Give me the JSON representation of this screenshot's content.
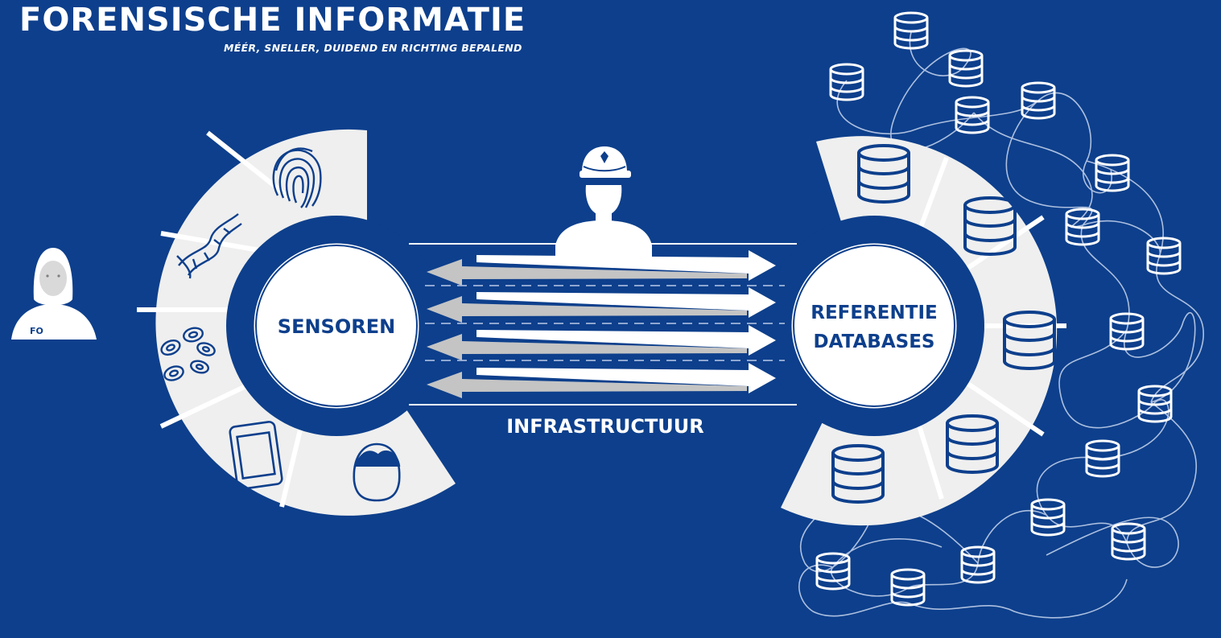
{
  "header": {
    "title": "FORENSISCHE INFORMATIE",
    "subtitle": "MÉÉR, SNELLER, DUIDEND EN RICHTING BEPALEND"
  },
  "left_hub": {
    "label": "SENSOREN"
  },
  "right_hub": {
    "line1": "REFERENTIE",
    "line2": "DATABASES"
  },
  "infrastructure_label": "INFRASTRUCTUUR",
  "analyst_badge": "FO",
  "left_segments": [
    "fingerprint-icon",
    "dna-icon",
    "cells-icon",
    "tablet-icon",
    "face-icon"
  ],
  "right_segments": [
    "database-icon",
    "database-icon",
    "database-icon",
    "database-icon",
    "database-icon"
  ],
  "colors": {
    "background": "#0d3f8c",
    "ring": "#f2f2f2",
    "accent": "#ffffff",
    "arrow_back": "#c0c0c0"
  }
}
